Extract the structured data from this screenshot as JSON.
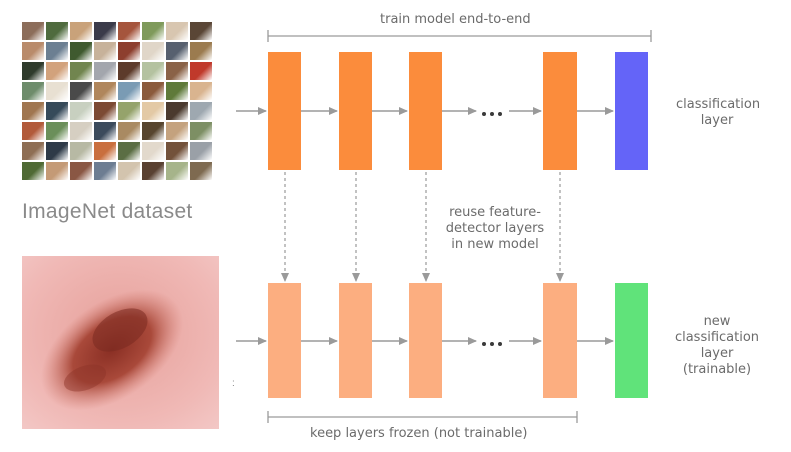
{
  "labels": {
    "train_end_to_end": "train model end-to-end",
    "classification_layer": [
      "classification",
      "layer"
    ],
    "dataset": "ImageNet dataset",
    "reuse": [
      "reuse feature-",
      "detector layers",
      "in new model"
    ],
    "new_classification_layer": [
      "new",
      "classification",
      "layer",
      "(trainable)"
    ],
    "keep_frozen": "keep layers frozen (not trainable)"
  },
  "colors": {
    "pretrained_layer": "#fb8c3c",
    "frozen_layer": "#fcae80",
    "classification_layer": "#6464f8",
    "new_classification_layer": "#60e37a",
    "arrow": "#9a9a9a",
    "text": "#6b6b6b"
  },
  "mosaic_colors": [
    "#8c6d5a",
    "#4f6b3e",
    "#c9a27a",
    "#3b3b4a",
    "#a5553d",
    "#7f9a5b",
    "#d8c6b0",
    "#5a4636",
    "#b98b6b",
    "#6c7f92",
    "#3f5a2f",
    "#c7b29a",
    "#8d3f2e",
    "#e0d6c8",
    "#57606f",
    "#9b7b4f",
    "#2f3b2c",
    "#d2a27c",
    "#71854f",
    "#a3a6ad",
    "#5d3b2b",
    "#b4c2a0",
    "#8a6247",
    "#c0392b",
    "#6e8c6b",
    "#e8e0d2",
    "#4a4a4a",
    "#b0865c",
    "#7a9bb4",
    "#8b5a3c",
    "#5f7a3a",
    "#d9b48f",
    "#a07650",
    "#364a5a",
    "#c8d0c0",
    "#7c4a34",
    "#95a36b",
    "#e3c9a5",
    "#4b3a2e",
    "#9ea8b0",
    "#b25a3a",
    "#6b8f5a",
    "#d6cfc2",
    "#3c4b5c",
    "#a98a62",
    "#57452f",
    "#c4a27e",
    "#7d8f64",
    "#8e6e54",
    "#2e3a48",
    "#b7b9a4",
    "#c96f3e",
    "#5b6e44",
    "#e2d9cc",
    "#73523b",
    "#9aa0a7",
    "#4f6a34",
    "#c49a76",
    "#8a5744",
    "#6d7d92",
    "#d3c4ae",
    "#594132",
    "#a6b48a",
    "#7e6a50"
  ]
}
